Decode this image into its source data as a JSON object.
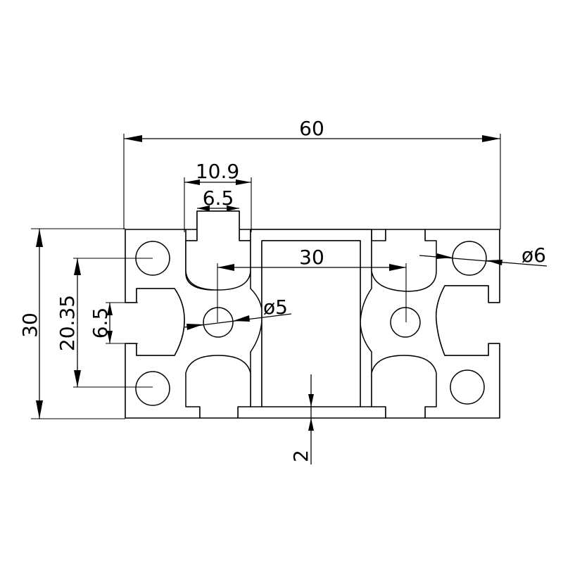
{
  "drawing": {
    "dimensions": {
      "overall_width": "60",
      "overall_height": "30",
      "slot_opening_outer": "10.9",
      "slot_opening_inner": "6.5",
      "center_hole_spacing": "30",
      "side_hole_spacing": "20.35",
      "side_slot_width": "6.5",
      "small_hole_diameter": "ø5",
      "corner_hole_diameter": "ø6",
      "wall_thickness": "2"
    }
  }
}
